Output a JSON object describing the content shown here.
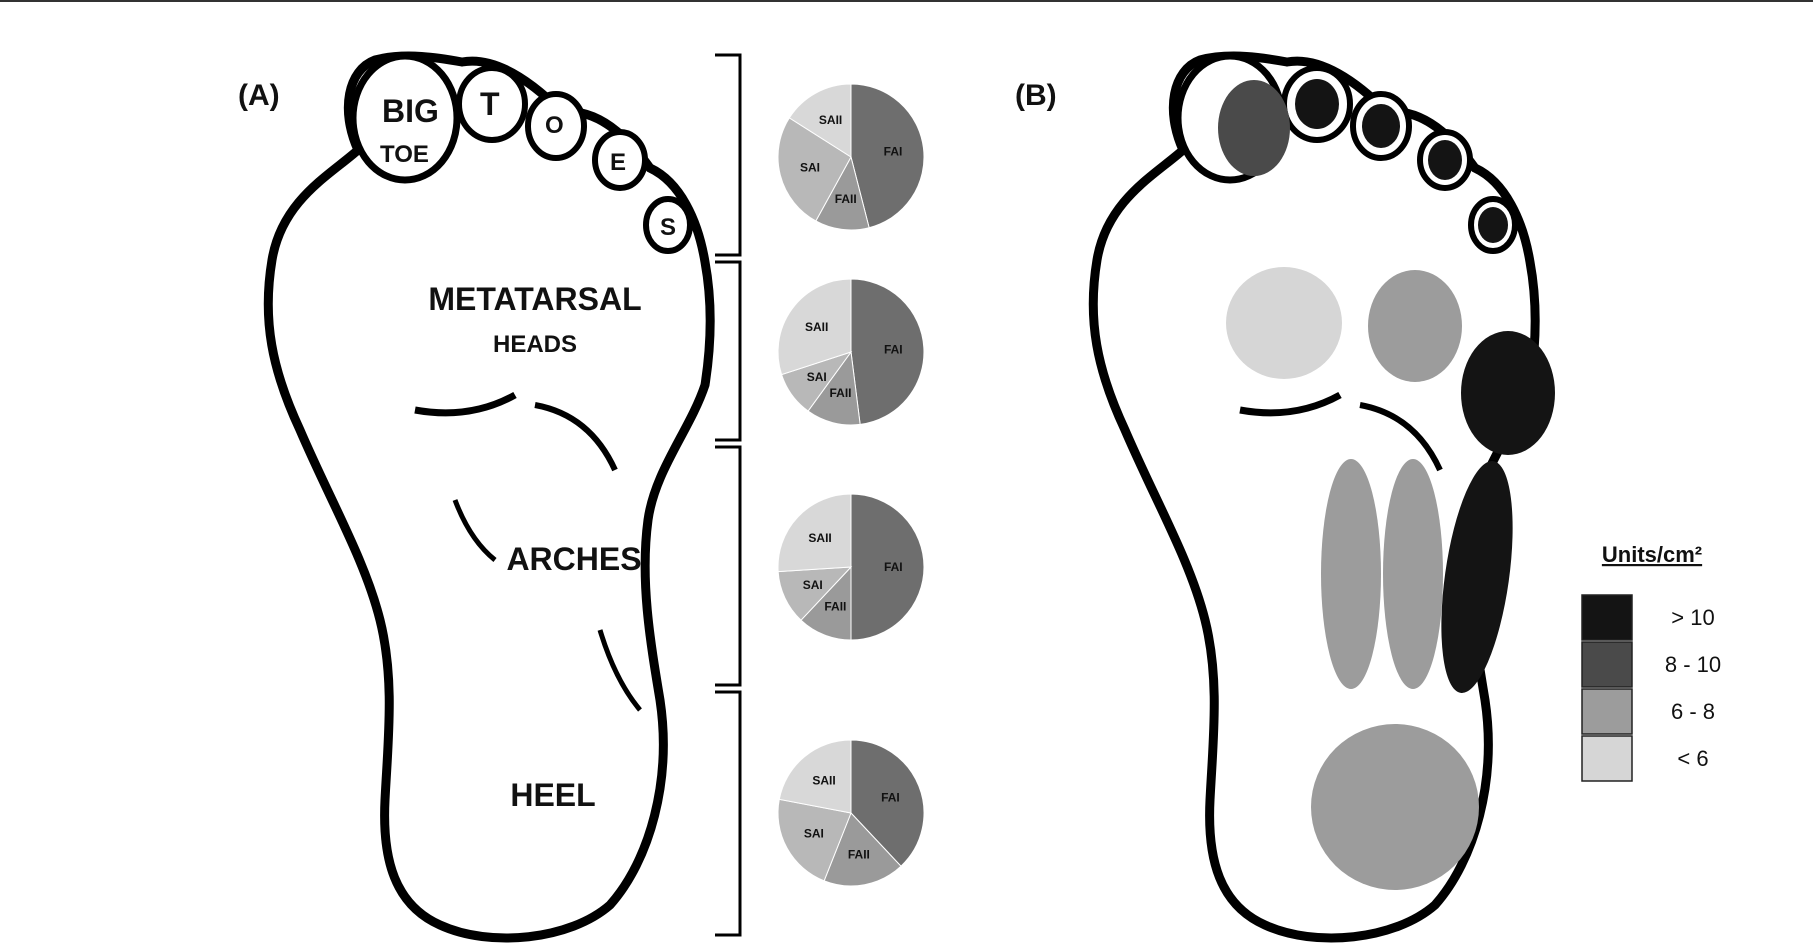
{
  "panels": {
    "a_label": "(A)",
    "b_label": "(B)"
  },
  "regions_a": {
    "big_toe_line1": "BIG",
    "big_toe_line2": "TOE",
    "toes_letters": [
      "T",
      "O",
      "E",
      "S"
    ],
    "metatarsal_line1": "METATARSAL",
    "metatarsal_line2": "HEADS",
    "arches": "ARCHES",
    "heel": "HEEL"
  },
  "colors": {
    "FAI": "#6e6e6e",
    "FAII": "#9a9a9a",
    "SAI": "#b8b8b8",
    "SAII": "#d8d8d8",
    "density_gt10": "#141414",
    "density_8_10": "#4a4a4a",
    "density_6_8": "#9c9c9c",
    "density_lt6": "#d6d6d6"
  },
  "chart_data": {
    "type": "pie",
    "slice_order": [
      "FAI",
      "FAII",
      "SAI",
      "SAII"
    ],
    "pies": [
      {
        "region": "Toes",
        "values": [
          46,
          12,
          26,
          16
        ]
      },
      {
        "region": "Metatarsal heads",
        "values": [
          48,
          12,
          10,
          30
        ]
      },
      {
        "region": "Arches",
        "values": [
          50,
          12,
          12,
          26
        ]
      },
      {
        "region": "Heel",
        "values": [
          38,
          18,
          22,
          22
        ]
      }
    ]
  },
  "legend": {
    "title": "Units/cm²",
    "items": [
      {
        "key": "density_gt10",
        "label": "> 10"
      },
      {
        "key": "density_8_10",
        "label": "8 - 10"
      },
      {
        "key": "density_6_8",
        "label": "6 - 8"
      },
      {
        "key": "density_lt6",
        "label": "< 6"
      }
    ]
  },
  "density_map": {
    "big_toe": "density_8_10",
    "lesser_toes": "density_gt10",
    "medial_metatarsal": "density_lt6",
    "central_metatarsal": "density_6_8",
    "lateral_metatarsal": "density_gt10",
    "medial_arch": "density_6_8",
    "central_arch": "density_6_8",
    "lateral_arch": "density_gt10",
    "heel": "density_6_8"
  }
}
